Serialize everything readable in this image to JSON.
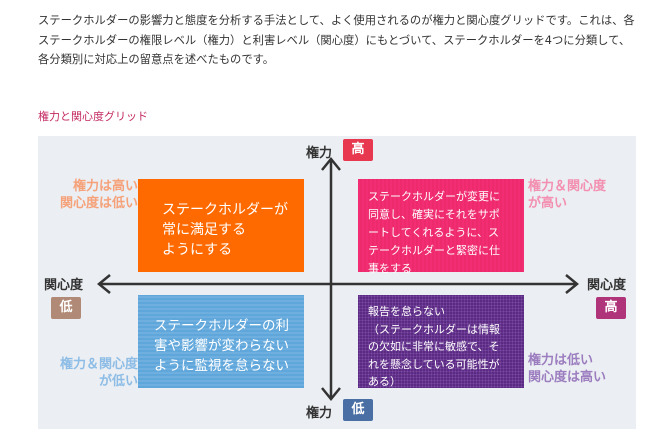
{
  "intro": "ステークホルダーの影響力と態度を分析する手法として、よく使用されるのが権力と関心度グリッドです。これは、各ステークホルダーの権限レベル（権力）と利害レベル（関心度）にもとづいて、ステークホルダーを4つに分類して、各分類別に対応上の留意点を述べたものです。",
  "caption": "権力と関心度グリッド",
  "axes": {
    "power": "権力",
    "interest": "関心度",
    "high": "高",
    "low": "低"
  },
  "quadrants": {
    "top_left": [
      "ステークホルダーが",
      "常に満足する",
      "ようにする"
    ],
    "top_right": [
      "ステークホルダーが変更に",
      "同意し、確実にそれをサポ",
      "ートしてくれるように、ス",
      "テークホルダーと緊密に仕",
      "事をする"
    ],
    "bottom_left": [
      "ステークホルダーの利",
      "害や影響が変わらない",
      "ように監視を怠らない"
    ],
    "bottom_right": [
      "報告を怠らない",
      "（ステークホルダーは情報",
      "の欠如に非常に敏感で、そ",
      "れを懸念している可能性が",
      "ある）"
    ]
  },
  "corners": {
    "top_left": [
      "権力は高い",
      "関心度は低い"
    ],
    "top_right": [
      "権力＆関心度",
      "が高い"
    ],
    "bottom_left": [
      "権力＆関心度",
      "が低い"
    ],
    "bottom_right": [
      "権力は低い",
      "関心度は高い"
    ]
  },
  "colors": {
    "high_power_badge": "#e8384f",
    "low_power_badge": "#4a6fa5",
    "low_interest_badge": "#b08a76",
    "high_interest_badge": "#b0347a",
    "top_left": "#ff6a00",
    "top_right": "#f22d73",
    "bottom_left": "#5fa6da",
    "bottom_right": "#5b2a82"
  }
}
